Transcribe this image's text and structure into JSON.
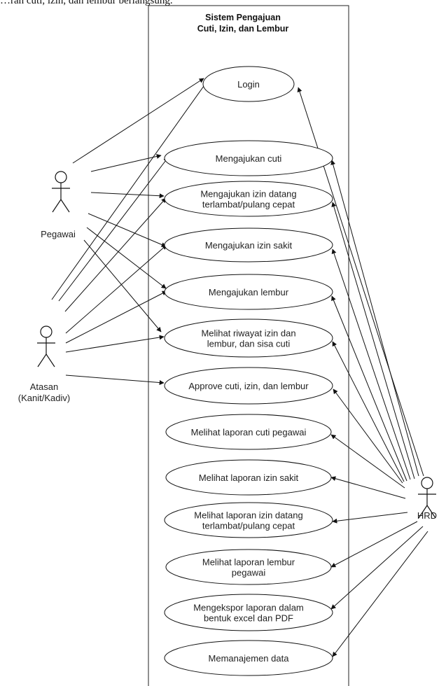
{
  "top_caption": "…rah cuti, izin, dan lembur berlangsung.",
  "system": {
    "title_lines": [
      "Sistem Pengajuan",
      "Cuti, Izin, dan Lembur"
    ]
  },
  "actors": [
    {
      "id": "pegawai",
      "label_lines": [
        "Pegawai"
      ]
    },
    {
      "id": "atasan",
      "label_lines": [
        "Atasan",
        "(Kanit/Kadiv)"
      ]
    },
    {
      "id": "hrd",
      "label_lines": [
        "HRD"
      ]
    }
  ],
  "use_cases": [
    {
      "id": "login",
      "lines": [
        "Login"
      ]
    },
    {
      "id": "cuti",
      "lines": [
        "Mengajukan cuti"
      ]
    },
    {
      "id": "izin-datang",
      "lines": [
        "Mengajukan izin datang",
        "terlambat/pulang cepat"
      ]
    },
    {
      "id": "izin-sakit",
      "lines": [
        "Mengajukan izin sakit"
      ]
    },
    {
      "id": "lembur",
      "lines": [
        "Mengajukan lembur"
      ]
    },
    {
      "id": "riwayat",
      "lines": [
        "Melihat riwayat izin dan",
        "lembur, dan sisa cuti"
      ]
    },
    {
      "id": "approve",
      "lines": [
        "Approve cuti, izin, dan lembur"
      ]
    },
    {
      "id": "lap-cuti",
      "lines": [
        "Melihat laporan cuti pegawai"
      ]
    },
    {
      "id": "lap-sakit",
      "lines": [
        "Melihat laporan izin sakit"
      ]
    },
    {
      "id": "lap-izin-datang",
      "lines": [
        "Melihat laporan izin datang",
        "terlambat/pulang cepat"
      ]
    },
    {
      "id": "lap-lembur",
      "lines": [
        "Melihat laporan lembur",
        "pegawai"
      ]
    },
    {
      "id": "ekspor",
      "lines": [
        "Mengekspor laporan dalam",
        "bentuk excel dan PDF"
      ]
    },
    {
      "id": "manajemen",
      "lines": [
        "Memanajemen data"
      ]
    }
  ],
  "associations": {
    "pegawai": [
      "login",
      "cuti",
      "izin-datang",
      "izin-sakit",
      "lembur",
      "riwayat"
    ],
    "atasan": [
      "login",
      "cuti",
      "izin-datang",
      "izin-sakit",
      "lembur",
      "riwayat",
      "approve"
    ],
    "hrd": [
      "login",
      "cuti",
      "izin-datang",
      "izin-sakit",
      "lembur",
      "riwayat",
      "approve",
      "lap-cuti",
      "lap-sakit",
      "lap-izin-datang",
      "lap-lembur",
      "ekspor",
      "manajemen"
    ]
  }
}
